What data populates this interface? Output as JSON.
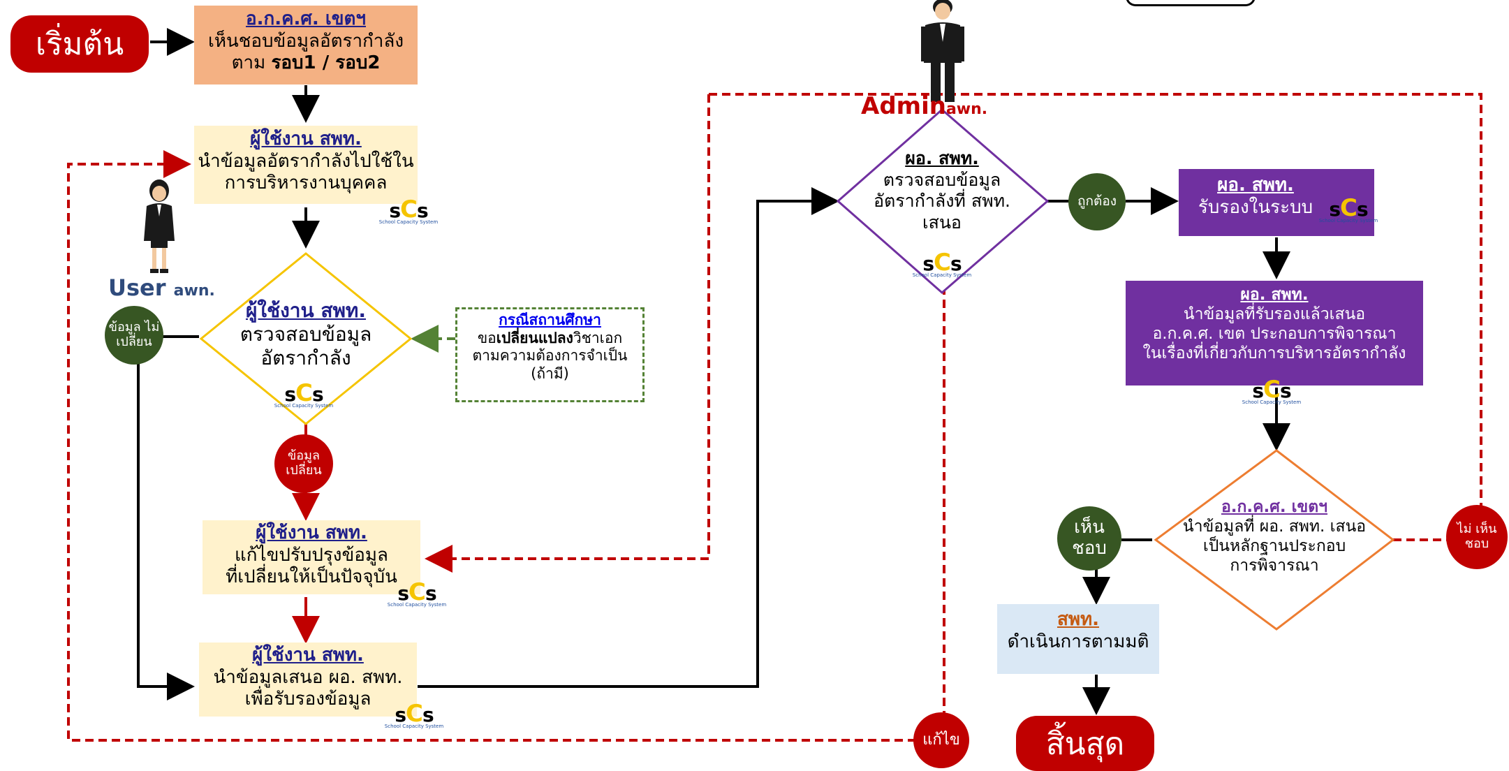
{
  "start_label": "เริ่มต้น",
  "end_label": "สิ้นสุด",
  "boxes": {
    "b1": {
      "title": "อ.ก.ค.ศ. เขตฯ",
      "l1": "เห็นชอบข้อมูลอัตรากำลัง",
      "l2a": "ตาม ",
      "l2b": "รอบ1 / รอบ2"
    },
    "b2": {
      "title": "ผู้ใช้งาน สพท.",
      "l1": "นำข้อมูลอัตรากำลังไปใช้ใน",
      "l2": "การบริหารงานบุคคล"
    },
    "d1": {
      "title": "ผู้ใช้งาน สพท.",
      "l1": "ตรวจสอบข้อมูล",
      "l2": "อัตรากำลัง"
    },
    "note": {
      "title": "กรณีสถานศึกษา",
      "l1a": "ขอ",
      "l1b": "เปลี่ยนแปลง",
      "l1c": "วิชาเอก",
      "l2": "ตามความต้องการจำเป็น",
      "l3": "(ถ้ามี)"
    },
    "b3": {
      "title": "ผู้ใช้งาน สพท.",
      "l1": "แก้ไขปรับปรุงข้อมูล",
      "l2": "ที่เปลี่ยนให้เป็นปัจจุบัน"
    },
    "b4": {
      "title": "ผู้ใช้งาน สพท.",
      "l1": "นำข้อมูลเสนอ ผอ. สพท.",
      "l2": "เพื่อรับรองข้อมูล"
    },
    "d2": {
      "title": "ผอ. สพท.",
      "l1": "ตรวจสอบข้อมูล",
      "l2": "อัตรากำลังที่ สพท.",
      "l3": "เสนอ"
    },
    "b5": {
      "title": "ผอ. สพท.",
      "l1": "รับรองในระบบ"
    },
    "b6": {
      "title": "ผอ. สพท.",
      "l1": "นำข้อมูลที่รับรองแล้วเสนอ",
      "l2": "อ.ก.ค.ศ. เขต ประกอบการพิจารณา",
      "l3": "ในเรื่องที่เกี่ยวกับการบริหารอัตรากำลัง"
    },
    "d3": {
      "title": "อ.ก.ค.ศ. เขตฯ",
      "l1": "นำข้อมูลที่ ผอ. สพท. เสนอ",
      "l2": "เป็นหลักฐานประกอบ",
      "l3": "การพิจารณา"
    },
    "b7": {
      "title": "สพท.",
      "l1": "ดำเนินการตามมติ"
    }
  },
  "circles": {
    "unchanged": "ข้อมูล ไม่เปลี่ยน",
    "changed": "ข้อมูล เปลี่ยน",
    "correct": "ถูกต้อง",
    "approve": "เห็น ชอบ",
    "disapprove": "ไม่ เห็นชอบ",
    "fix": "แก้ไข"
  },
  "roles": {
    "user_a": "User",
    "user_b": "awn.",
    "admin_a": "Admin",
    "admin_b": "awn."
  },
  "scs": {
    "s1": "s",
    "c": "C",
    "s2": "s",
    "subtitle": "School Capacity System"
  },
  "colors": {
    "start_red": "#c00000",
    "orange_box": "#f4b183",
    "cream_box": "#fff2cc",
    "purple_box": "#7030a0",
    "blue_box": "#dae8f5",
    "green_circle": "#375623",
    "navy_title": "#1f1f8a",
    "dashed_red": "#c00000",
    "dashed_green": "#548235"
  }
}
